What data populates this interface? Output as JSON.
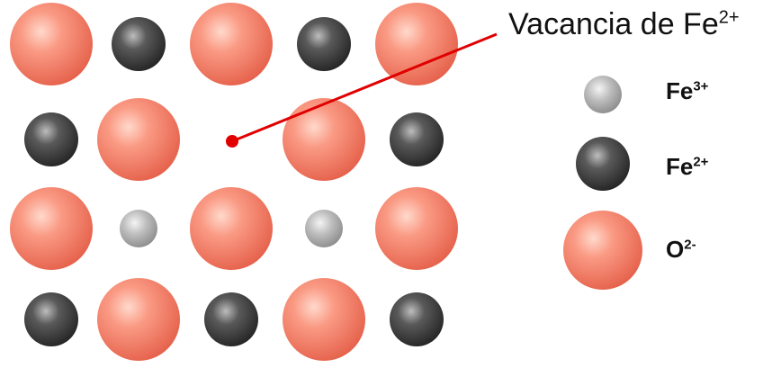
{
  "callout": {
    "text": "Vacancia de Fe",
    "charge": "2+"
  },
  "legend": [
    {
      "ion": "Fe",
      "charge": "3+",
      "kind": "fe3"
    },
    {
      "ion": "Fe",
      "charge": "2+",
      "kind": "fe2"
    },
    {
      "ion": "O",
      "charge": "2-",
      "kind": "o2"
    }
  ],
  "lattice": [
    [
      "o2",
      "fe2",
      "o2",
      "fe2",
      "o2"
    ],
    [
      "fe2",
      "o2",
      "vacancy",
      "o2",
      "fe2"
    ],
    [
      "o2",
      "fe3",
      "o2",
      "fe3",
      "o2"
    ],
    [
      "fe2",
      "o2",
      "fe2",
      "o2",
      "fe2"
    ]
  ],
  "colors": {
    "oxygen": "#f07a65",
    "fe2": "#444444",
    "fe3": "#b8b8b8",
    "pointer_line": "#e00000"
  }
}
